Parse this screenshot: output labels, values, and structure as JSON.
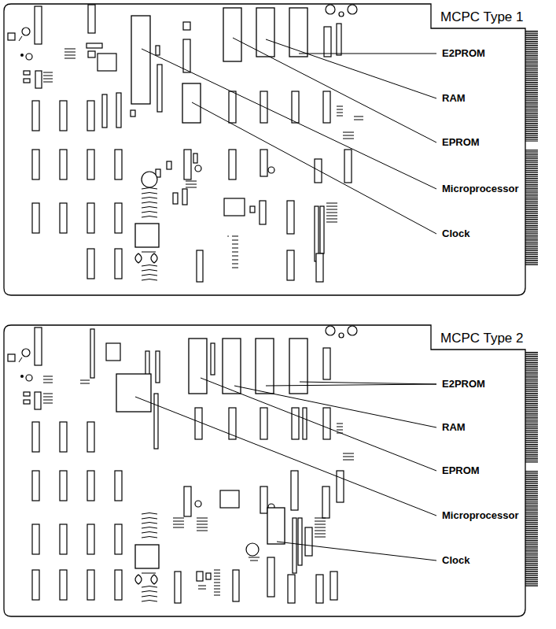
{
  "diagram": {
    "labels": [
      "MCPC Type 1",
      "E2PROM",
      "RAM",
      "EPROM",
      "Microprocessor",
      "Clock",
      "MCPC Type 2",
      "E2PROM",
      "RAM",
      "EPROM",
      "Microprocessor",
      "Clock"
    ]
  }
}
